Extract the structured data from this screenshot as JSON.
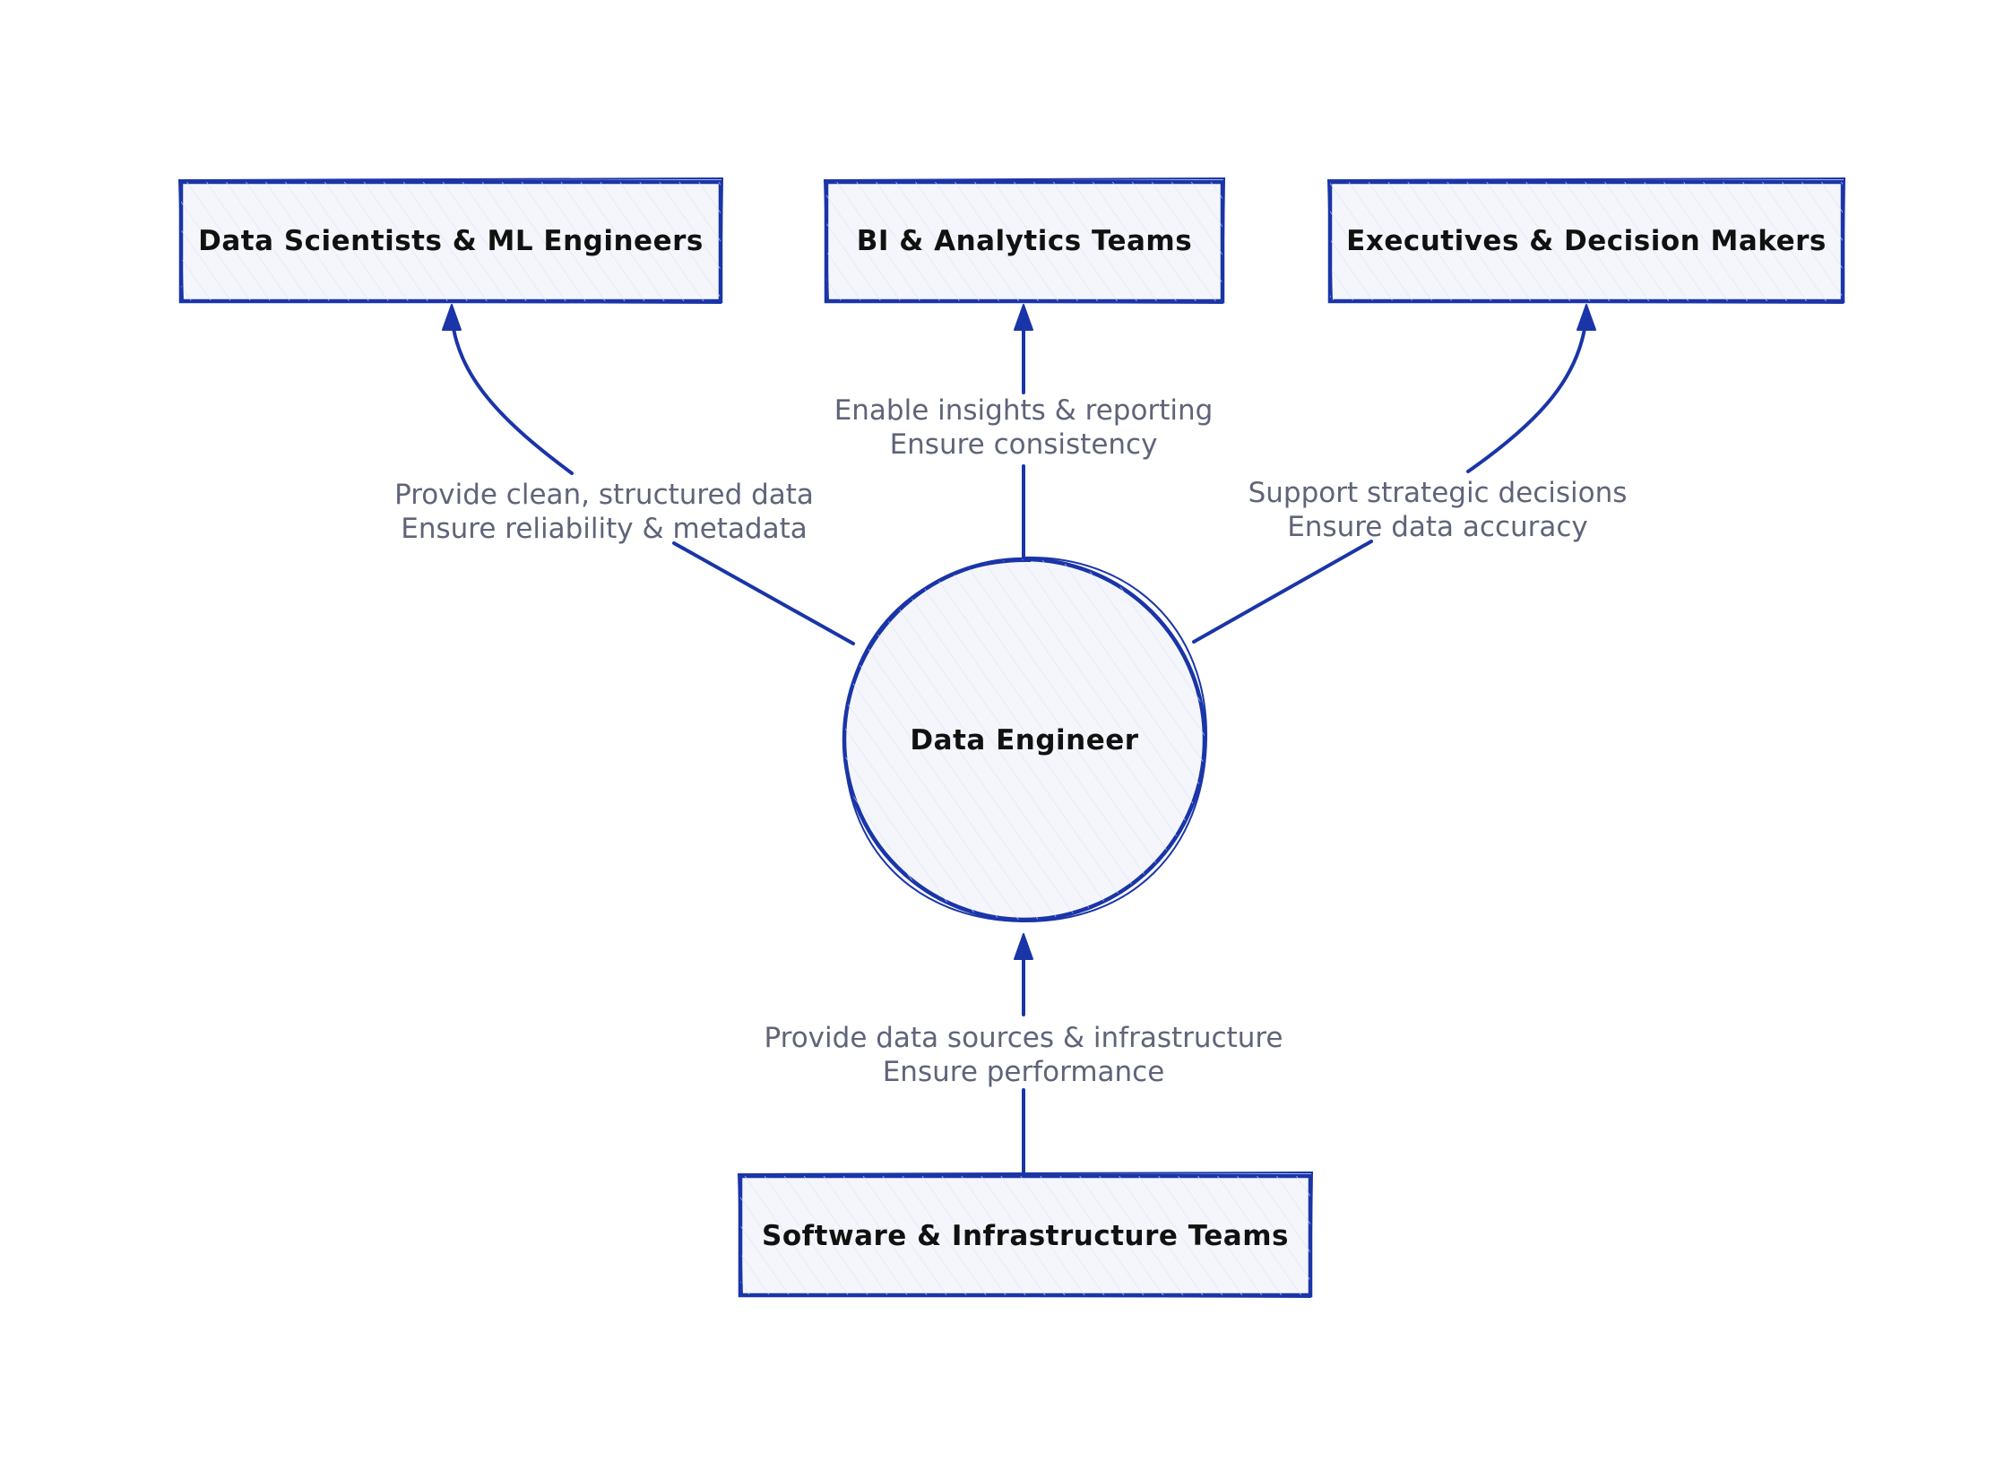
{
  "nodes": {
    "center": "Data Engineer",
    "ds_ml": "Data Scientists & ML Engineers",
    "bi": "BI & Analytics Teams",
    "exec": "Executives & Decision Makers",
    "software": "Software & Infrastructure Teams"
  },
  "edges": {
    "to_ds_ml": [
      "Provide clean, structured data",
      "Ensure reliability & metadata"
    ],
    "to_bi": [
      "Enable insights & reporting",
      "Ensure consistency"
    ],
    "to_exec": [
      "Support strategic decisions",
      "Ensure data accuracy"
    ],
    "from_software": [
      "Provide data sources & infrastructure",
      "Ensure performance"
    ]
  },
  "colors": {
    "stroke": "#1a35a8",
    "node_fill": "#f4f6fc",
    "edge_text": "#5f6478",
    "node_text": "#111111"
  }
}
